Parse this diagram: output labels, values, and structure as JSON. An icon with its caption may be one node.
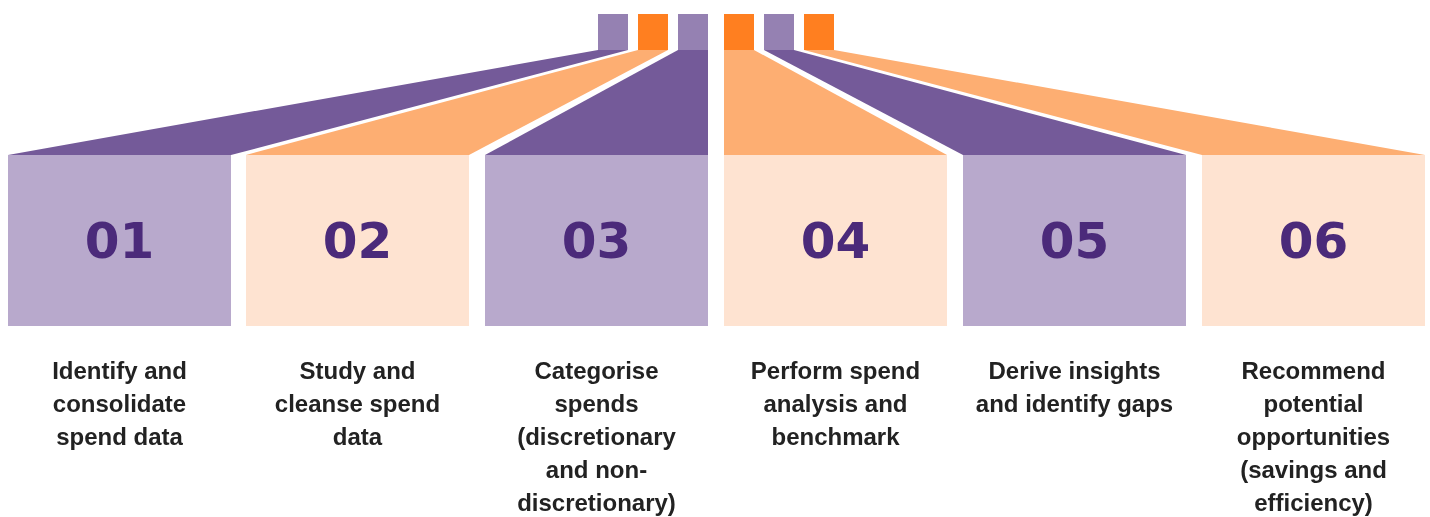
{
  "diagram": {
    "nodes": [
      {
        "text": [
          "01"
        ],
        "beside": [
          "Identify and consolidate spend data"
        ]
      },
      {
        "text": [
          "02"
        ],
        "beside": [
          "Study and cleanse spend data"
        ]
      },
      {
        "text": [
          "03"
        ],
        "beside": [
          "Categorise spends (discretionary and non-discretionary)"
        ]
      },
      {
        "text": [
          "04"
        ],
        "beside": [
          "Perform spend analysis and benchmark"
        ]
      },
      {
        "text": [
          "05"
        ],
        "beside": [
          "Derive insights and identify gaps"
        ]
      },
      {
        "text": [
          "06"
        ],
        "beside": [
          "Recommend potential opportunities (savings and efficiency)"
        ]
      }
    ]
  }
}
